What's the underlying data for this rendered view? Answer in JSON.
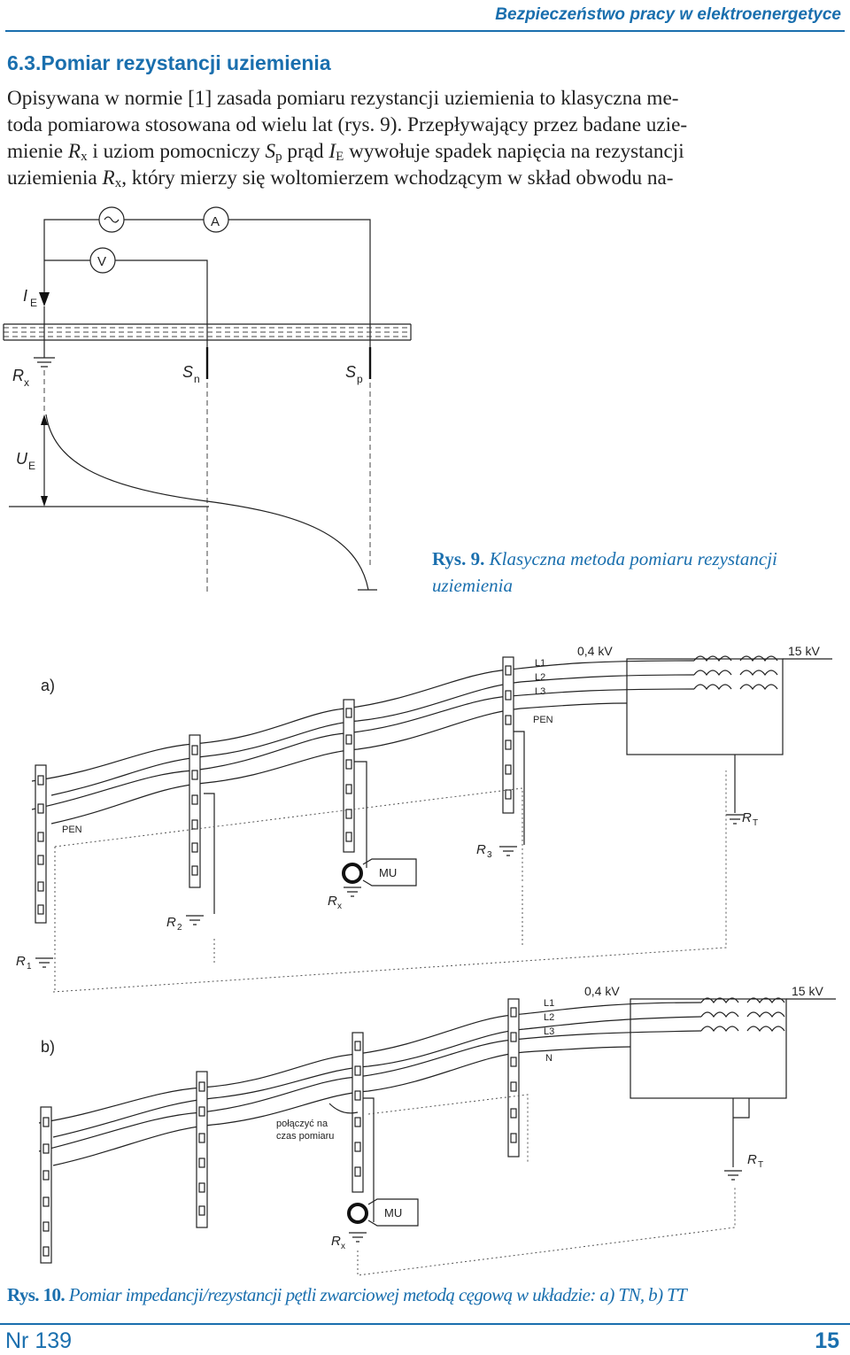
{
  "header": {
    "title": "Bezpieczeństwo pracy w elektroenergetyce"
  },
  "section": {
    "title": "6.3.Pomiar rezystancji uziemienia"
  },
  "paragraph": {
    "line1": "Opisywana w normie [1] zasada pomiaru rezystancji uziemienia to klasyczna me-",
    "line2": "toda pomiarowa stosowana od wielu lat (rys. 9). Przepływający przez badane uzie-",
    "line3a": "mienie ",
    "line3b": " i uziom pomocniczy ",
    "line3c": " prąd ",
    "line3d": " wywołuje spadek napięcia na rezystancji",
    "line4a": "uziemienia ",
    "line4b": ", który mierzy się woltomierzem wchodzącym w skład obwodu na-",
    "sym_R": "R",
    "sub_x": "x",
    "sym_S": "S",
    "sub_p": "p",
    "sym_I": "I",
    "sub_E": "E"
  },
  "fig9": {
    "label_A": "A",
    "label_V": "V",
    "label_I": "I",
    "sub_E": "E",
    "label_R": "R",
    "sub_x": "x",
    "label_Sn": "S",
    "sub_n": "n",
    "label_Sp": "S",
    "sub_p": "p",
    "label_U": "U",
    "sub_UE": "E",
    "caption_num": "Rys. 9.",
    "caption_text": "Klasyczna metoda pomiaru rezystancji uziemienia"
  },
  "fig10": {
    "a": {
      "label": "a)",
      "l1": "L1",
      "l2": "L2",
      "l3": "L3",
      "pen": "PEN",
      "pen2": "PEN",
      "v_low": "0,4 kV",
      "v_high": "15 kV",
      "rt": "R",
      "rt_sub": "T",
      "r3": "R",
      "r3_sub": "3",
      "r2": "R",
      "r2_sub": "2",
      "r1": "R",
      "r1_sub": "1",
      "rx": "R",
      "rx_sub": "x",
      "mu": "MU"
    },
    "b": {
      "label": "b)",
      "l1": "L1",
      "l2": "L2",
      "l3": "L3",
      "n": "N",
      "v_low": "0,4 kV",
      "v_high": "15 kV",
      "rt": "R",
      "rt_sub": "T",
      "rx": "R",
      "rx_sub": "x",
      "mu": "MU",
      "note1": "połączyć na",
      "note2": "czas pomiaru"
    },
    "caption_num": "Rys. 10.",
    "caption_text": "Pomiar impedancji/rezystancji pętli zwarciowej metodą cęgową w układzie: a) TN, b) TT"
  },
  "footer": {
    "issue": "Nr 139",
    "page": "15"
  }
}
